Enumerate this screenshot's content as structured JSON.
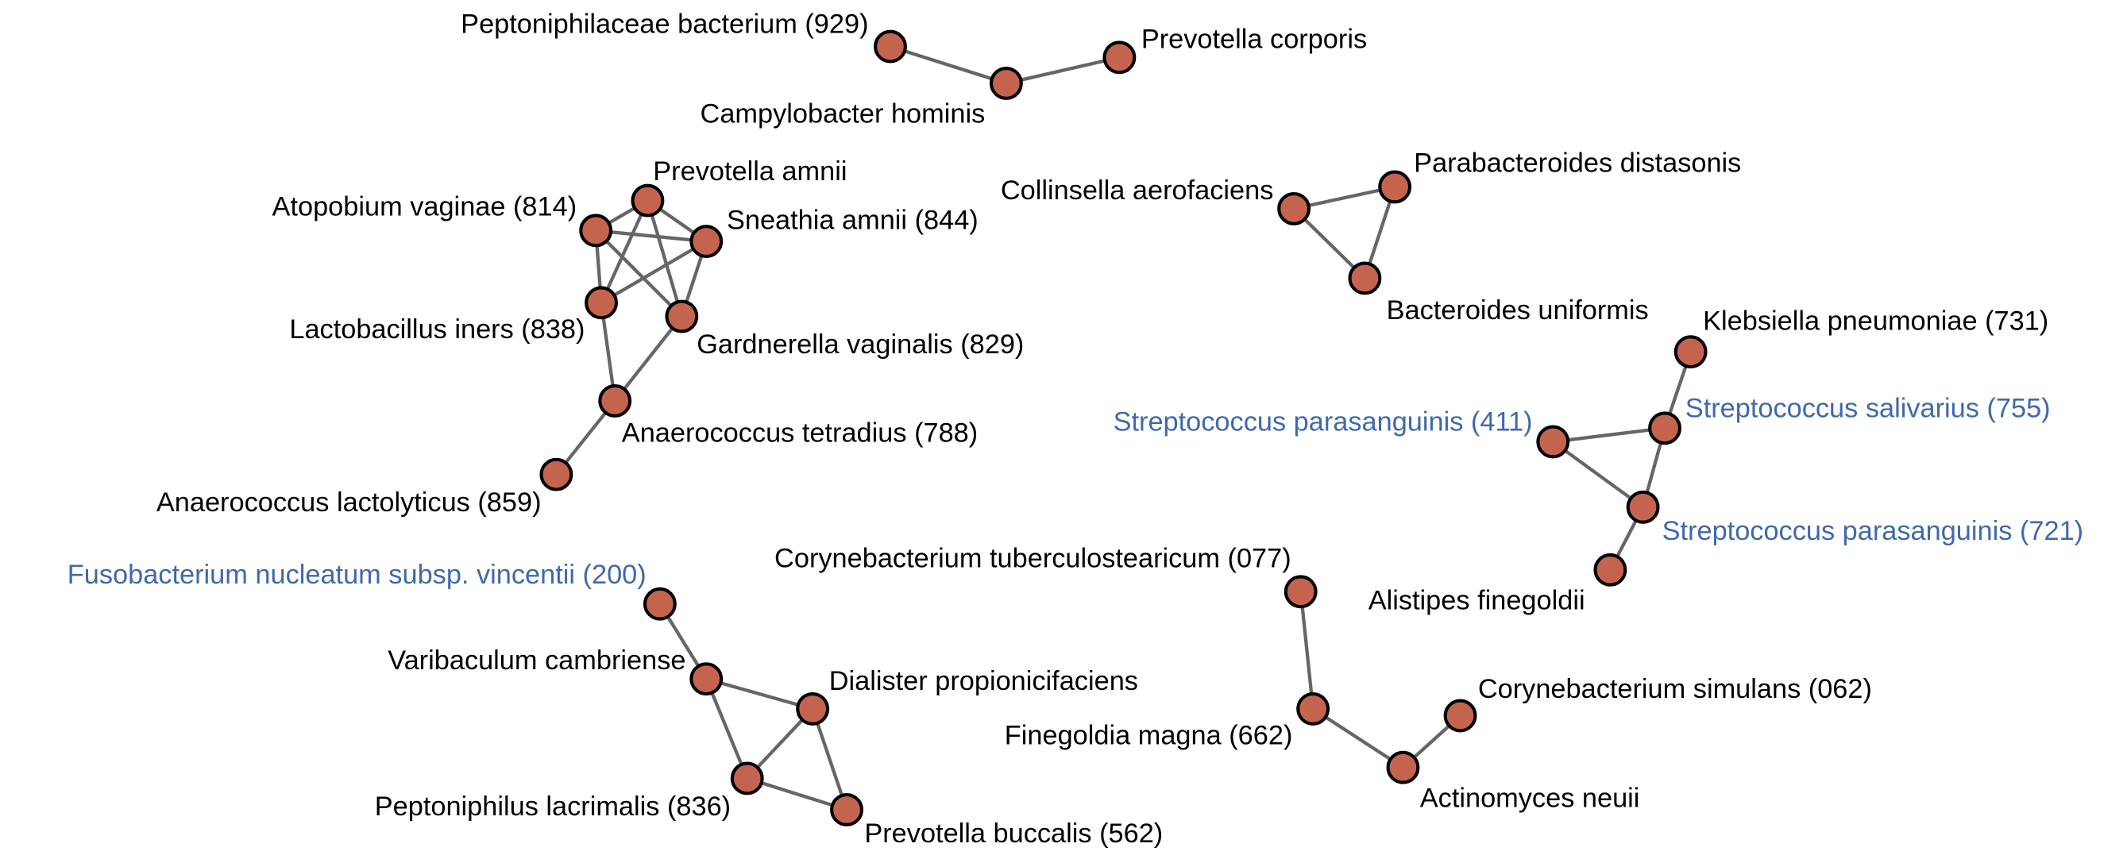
{
  "colors": {
    "node_fill": "#c5644e",
    "edge": "#666666",
    "label_default": "#000000",
    "label_highlight": "#4169aa"
  },
  "nodes": [
    {
      "id": "peptoniphilaceae",
      "label": "Peptoniphilaceae bacterium (929)",
      "highlight": false
    },
    {
      "id": "campylobacter",
      "label": "Campylobacter hominis",
      "highlight": false
    },
    {
      "id": "prevotella-corporis",
      "label": "Prevotella corporis",
      "highlight": false
    },
    {
      "id": "prevotella-amnii",
      "label": "Prevotella amnii",
      "highlight": false
    },
    {
      "id": "atopobium",
      "label": "Atopobium vaginae (814)",
      "highlight": false
    },
    {
      "id": "sneathia",
      "label": "Sneathia amnii (844)",
      "highlight": false
    },
    {
      "id": "lactobacillus",
      "label": "Lactobacillus iners (838)",
      "highlight": false
    },
    {
      "id": "gardnerella",
      "label": "Gardnerella vaginalis (829)",
      "highlight": false
    },
    {
      "id": "anaerococcus-tetradius",
      "label": "Anaerococcus tetradius (788)",
      "highlight": false
    },
    {
      "id": "anaerococcus-lactolyticus",
      "label": "Anaerococcus lactolyticus (859)",
      "highlight": false
    },
    {
      "id": "collinsella",
      "label": "Collinsella aerofaciens",
      "highlight": false
    },
    {
      "id": "parabacteroides",
      "label": "Parabacteroides distasonis",
      "highlight": false
    },
    {
      "id": "bacteroides",
      "label": "Bacteroides uniformis",
      "highlight": false
    },
    {
      "id": "klebsiella",
      "label": "Klebsiella pneumoniae (731)",
      "highlight": false
    },
    {
      "id": "strep-salivarius",
      "label": "Streptococcus salivarius (755)",
      "highlight": true
    },
    {
      "id": "strep-parasanguinis-411",
      "label": "Streptococcus parasanguinis (411)",
      "highlight": true
    },
    {
      "id": "strep-parasanguinis-721",
      "label": "Streptococcus parasanguinis (721)",
      "highlight": true
    },
    {
      "id": "alistipes",
      "label": "Alistipes finegoldii",
      "highlight": false
    },
    {
      "id": "fusobacterium",
      "label": "Fusobacterium nucleatum subsp. vincentii (200)",
      "highlight": true
    },
    {
      "id": "varibaculum",
      "label": "Varibaculum cambriense",
      "highlight": false
    },
    {
      "id": "dialister",
      "label": "Dialister propionicifaciens",
      "highlight": false
    },
    {
      "id": "peptoniphilus",
      "label": "Peptoniphilus lacrimalis (836)",
      "highlight": false
    },
    {
      "id": "prevotella-buccalis",
      "label": "Prevotella buccalis (562)",
      "highlight": false
    },
    {
      "id": "corynebacterium-tuberculostearicum",
      "label": "Corynebacterium tuberculostearicum (077)",
      "highlight": false
    },
    {
      "id": "finegoldia",
      "label": "Finegoldia magna (662)",
      "highlight": false
    },
    {
      "id": "actinomyces",
      "label": "Actinomyces neuii",
      "highlight": false
    },
    {
      "id": "corynebacterium-simulans",
      "label": "Corynebacterium simulans (062)",
      "highlight": false
    }
  ],
  "edges": [
    [
      "peptoniphilaceae",
      "campylobacter"
    ],
    [
      "campylobacter",
      "prevotella-corporis"
    ],
    [
      "atopobium",
      "prevotella-amnii"
    ],
    [
      "atopobium",
      "sneathia"
    ],
    [
      "atopobium",
      "lactobacillus"
    ],
    [
      "atopobium",
      "gardnerella"
    ],
    [
      "prevotella-amnii",
      "sneathia"
    ],
    [
      "prevotella-amnii",
      "lactobacillus"
    ],
    [
      "prevotella-amnii",
      "gardnerella"
    ],
    [
      "sneathia",
      "lactobacillus"
    ],
    [
      "sneathia",
      "gardnerella"
    ],
    [
      "lactobacillus",
      "anaerococcus-tetradius"
    ],
    [
      "gardnerella",
      "anaerococcus-tetradius"
    ],
    [
      "anaerococcus-tetradius",
      "anaerococcus-lactolyticus"
    ],
    [
      "collinsella",
      "parabacteroides"
    ],
    [
      "collinsella",
      "bacteroides"
    ],
    [
      "parabacteroides",
      "bacteroides"
    ],
    [
      "klebsiella",
      "strep-salivarius"
    ],
    [
      "strep-parasanguinis-411",
      "strep-salivarius"
    ],
    [
      "strep-parasanguinis-411",
      "strep-parasanguinis-721"
    ],
    [
      "strep-salivarius",
      "strep-parasanguinis-721"
    ],
    [
      "strep-parasanguinis-721",
      "alistipes"
    ],
    [
      "fusobacterium",
      "varibaculum"
    ],
    [
      "varibaculum",
      "dialister"
    ],
    [
      "varibaculum",
      "peptoniphilus"
    ],
    [
      "dialister",
      "peptoniphilus"
    ],
    [
      "dialister",
      "prevotella-buccalis"
    ],
    [
      "peptoniphilus",
      "prevotella-buccalis"
    ],
    [
      "corynebacterium-tuberculostearicum",
      "finegoldia"
    ],
    [
      "finegoldia",
      "actinomyces"
    ],
    [
      "actinomyces",
      "corynebacterium-simulans"
    ]
  ]
}
